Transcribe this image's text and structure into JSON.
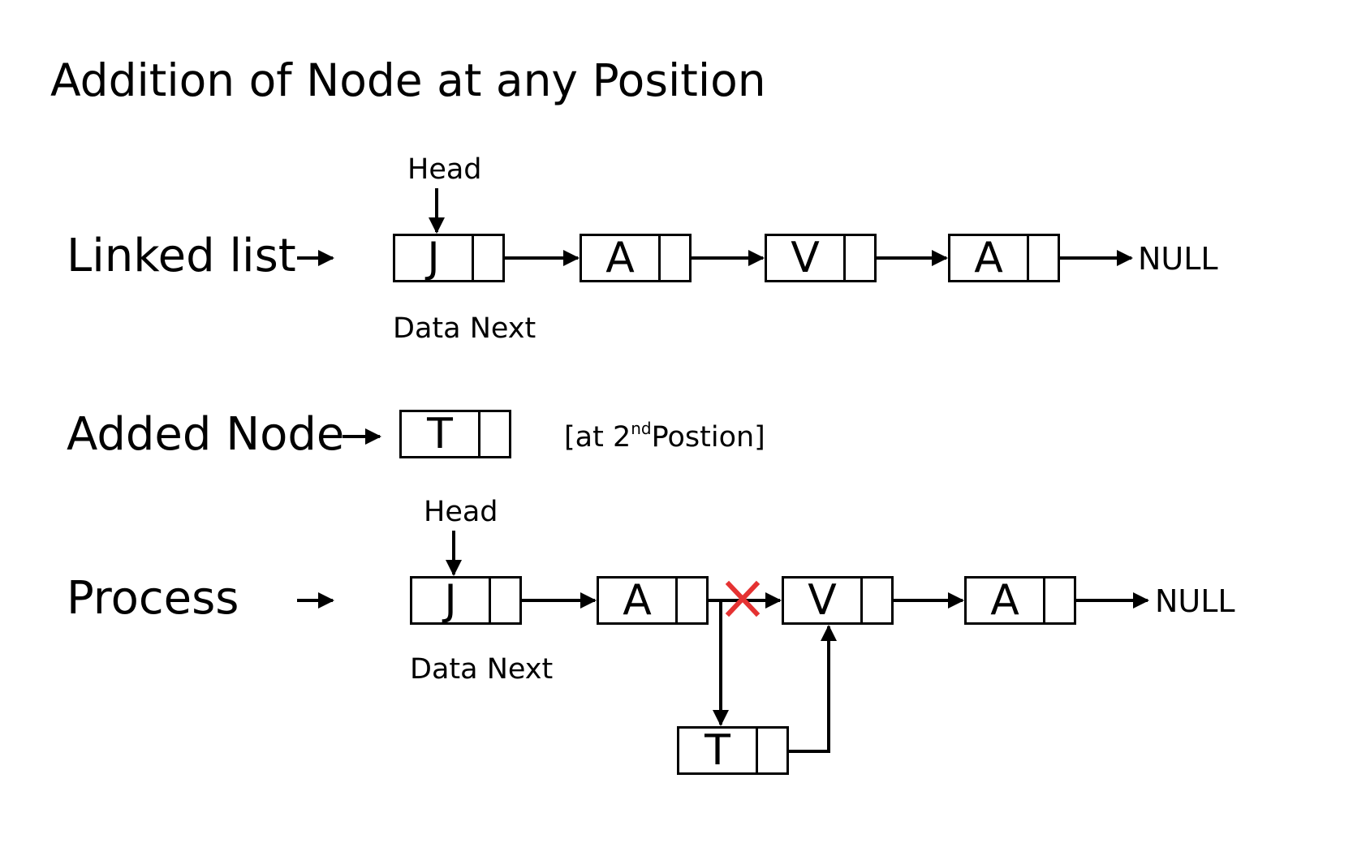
{
  "title": "Addition of Node at any Position",
  "head_label": "Head",
  "field_caption": "Data Next",
  "null_label": "NULL",
  "rows": {
    "linked_list": {
      "label": "Linked list",
      "nodes": [
        "J",
        "A",
        "V",
        "A"
      ]
    },
    "added_node": {
      "label": "Added Node",
      "node": "T",
      "position_note": {
        "prefix": "[at 2",
        "superscript": "nd",
        "suffix": "Postion]"
      }
    },
    "process": {
      "label": "Process",
      "nodes": [
        "J",
        "A",
        "V",
        "A"
      ],
      "inserted": "T"
    }
  },
  "colors": {
    "line": "#000000",
    "cross": "#e53232",
    "background": "#ffffff"
  }
}
